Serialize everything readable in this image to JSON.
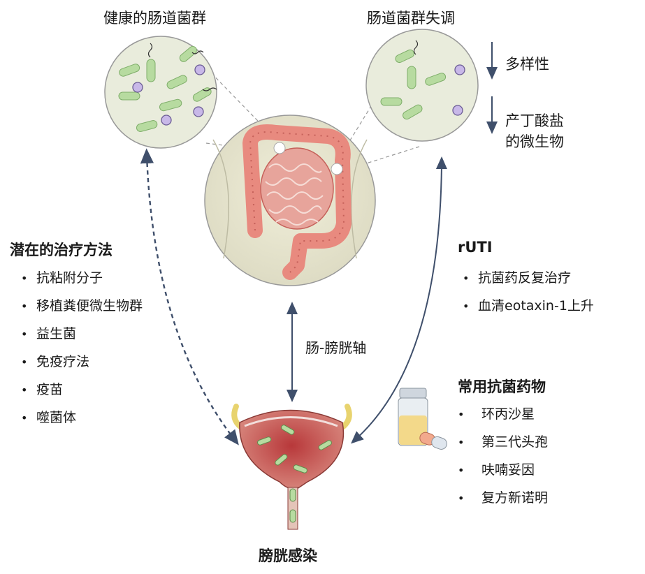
{
  "healthy_title": "健康的肠道菌群",
  "dysbiosis_title": "肠道菌群失调",
  "decrease_items": [
    "多样性",
    "产丁酸盐",
    "的微生物"
  ],
  "axis_label": "肠-膀胱轴",
  "bottom_label": "膀胱感染",
  "therapy": {
    "heading": "潜在的治疗方法",
    "items": [
      "抗粘附分子",
      "移植粪便微生物群",
      "益生菌",
      "免疫疗法",
      "疫苗",
      "噬菌体"
    ]
  },
  "ruti": {
    "heading": "rUTI",
    "items": [
      "抗菌药反复治疗",
      "血清eotaxin-1上升"
    ]
  },
  "antibiotics": {
    "heading": "常用抗菌药物",
    "items": [
      "环丙沙星",
      "第三代头孢",
      "呋喃妥因",
      "复方新诺明"
    ]
  },
  "bullet": "•",
  "colors": {
    "arrow": "#3f4f6b",
    "intestine": "#e88a7f",
    "bacteria_green": "#b7dba0",
    "bladder": "#c85a55",
    "circle_bg": "#ecebd8"
  }
}
